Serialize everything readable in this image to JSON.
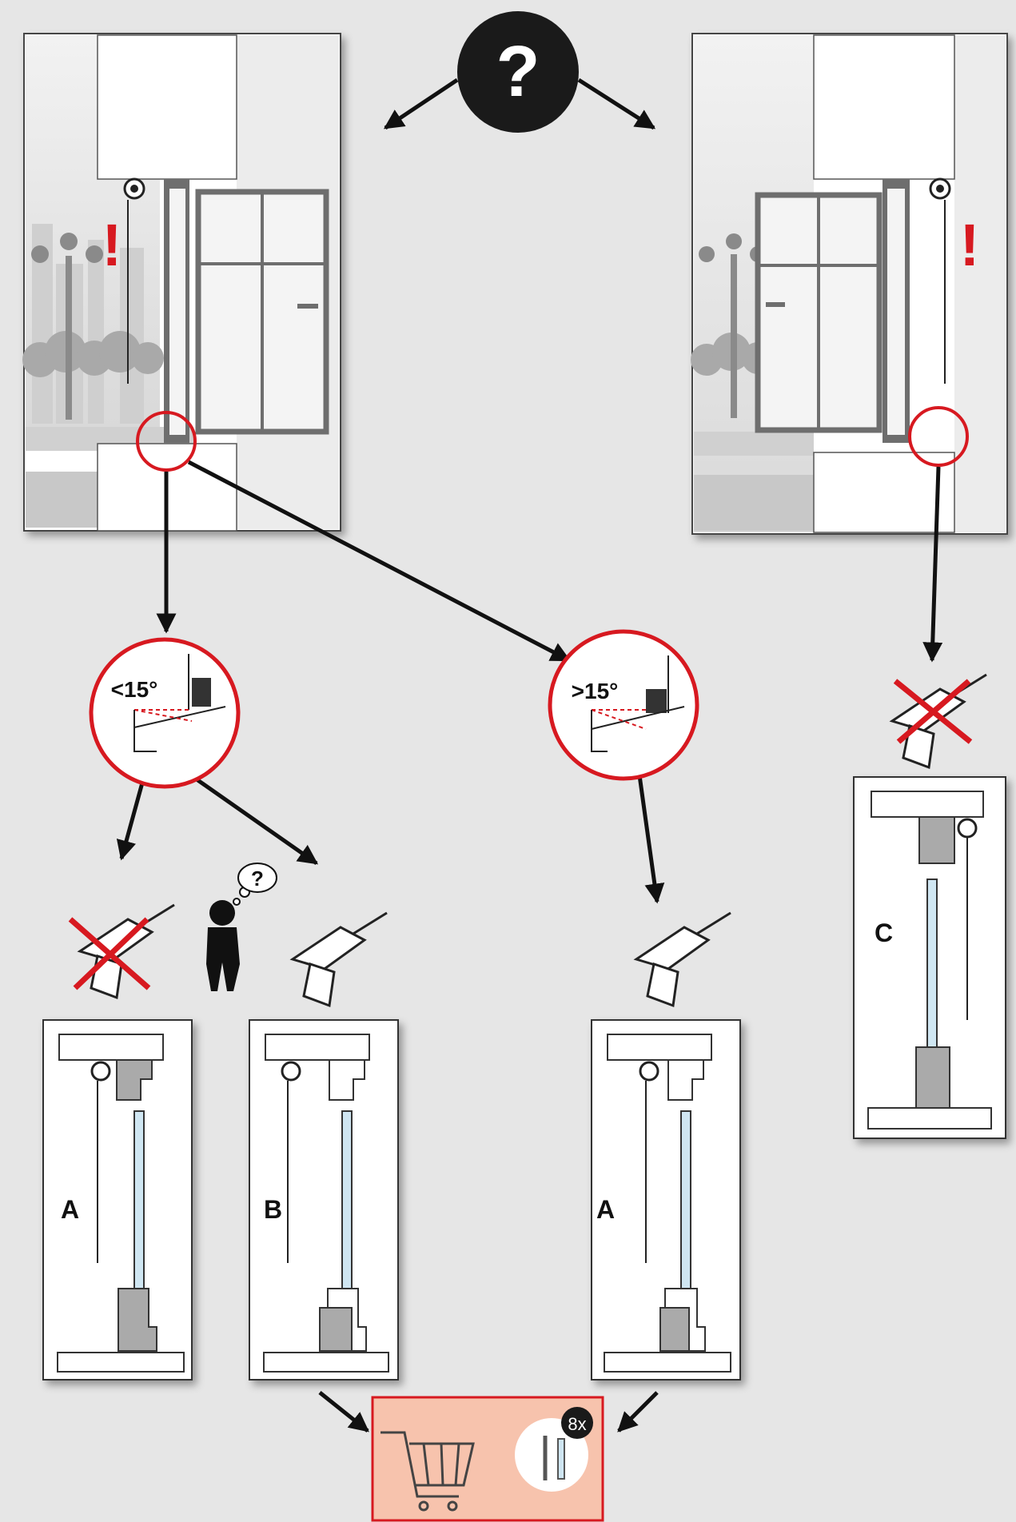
{
  "question_badge": {
    "symbol": "?"
  },
  "warning_mark": "!",
  "angles": {
    "less": "<15°",
    "greater": ">15°"
  },
  "thinking_bubble": "?",
  "profiles": {
    "a_left": "A",
    "b": "B",
    "a_right": "A",
    "c": "C"
  },
  "kit_count": "8x",
  "colors": {
    "accent_red": "#d71920",
    "cart_bg": "#f7c3ad",
    "arrow": "#111111"
  }
}
